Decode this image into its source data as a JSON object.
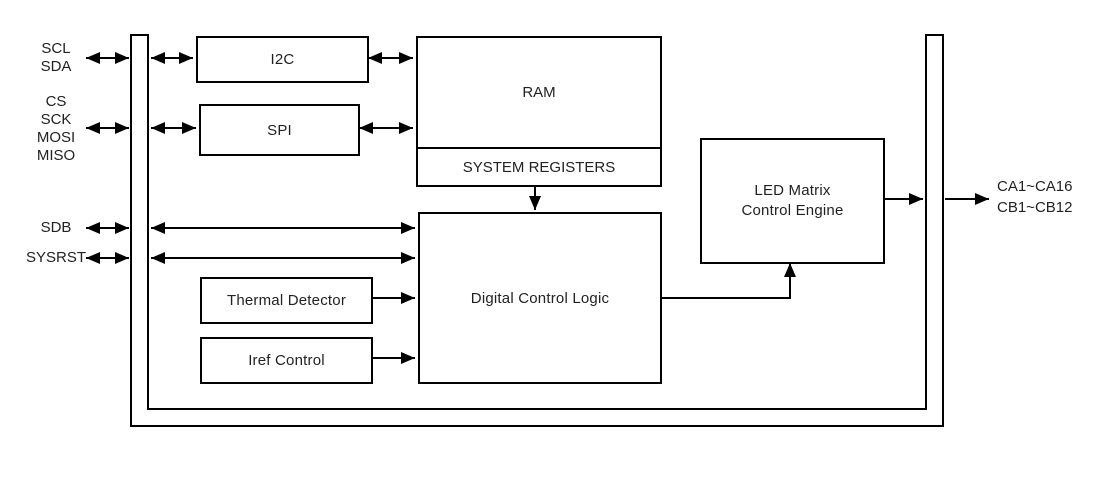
{
  "diagram": {
    "blocks": {
      "i2c": "I2C",
      "spi": "SPI",
      "ram": "RAM",
      "system_registers": "SYSTEM REGISTERS",
      "led_matrix": [
        "LED Matrix",
        "Control Engine"
      ],
      "digital_control_logic": "Digital Control Logic",
      "thermal_detector": "Thermal Detector",
      "iref_control": "Iref Control"
    },
    "pins_left": {
      "i2c": [
        "SCL",
        "SDA"
      ],
      "spi": [
        "CS",
        "SCK",
        "MOSI",
        "MISO"
      ],
      "control": [
        "SDB",
        "SYSRST"
      ]
    },
    "pins_right": [
      "CA1~CA16",
      "CB1~CB12"
    ],
    "colors": {
      "line": "#000000",
      "background": "#ffffff",
      "text": "#222222"
    }
  }
}
